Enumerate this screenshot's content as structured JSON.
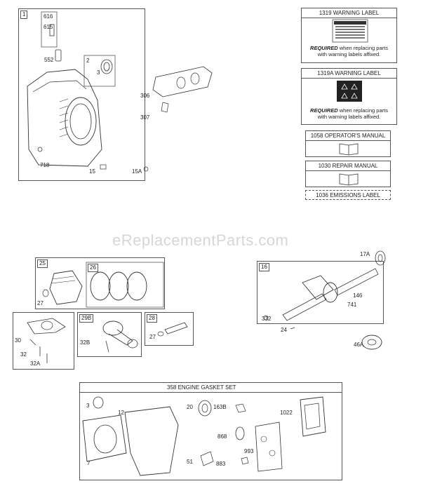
{
  "watermark": "eReplacementParts.com",
  "cylinder": {
    "tag": "1",
    "parts": {
      "p616": "616",
      "p615": "615",
      "p552": "552",
      "p2": "2",
      "p3": "3",
      "p718": "718",
      "p15": "15"
    }
  },
  "outside_top": {
    "p306": "306",
    "p307": "307",
    "p15A": "15A"
  },
  "labels": {
    "warning1": {
      "title": "1319 WARNING LABEL",
      "req_bold": "REQUIRED",
      "req_rest": "when replacing parts",
      "req_line2": "with warning labels affixed."
    },
    "warning2": {
      "title": "1319A WARNING LABEL",
      "req_bold": "REQUIRED",
      "req_rest": "when replacing parts",
      "req_line2": "with warning labels affixed."
    },
    "operators_manual": "1058 OPERATOR'S MANUAL",
    "repair_manual": "1030 REPAIR MANUAL",
    "emissions_label": "1036 EMISSIONS LABEL"
  },
  "piston": {
    "tag": "25",
    "rings_tag": "26",
    "p27": "27"
  },
  "crank": {
    "tag": "16",
    "p146": "146",
    "p741": "741",
    "p332": "332",
    "p24": "24",
    "p17A": "17A",
    "p46A": "46A"
  },
  "rod": {
    "p30": "30",
    "p32": "32",
    "p32A": "32A",
    "tag29B": "29B",
    "p32B": "32B",
    "tag28": "28",
    "p27": "27"
  },
  "gasket": {
    "title": "358 ENGINE GASKET SET",
    "p3": "3",
    "p12": "12",
    "p7": "7",
    "p20": "20",
    "p163B": "163B",
    "p868": "868",
    "p993": "993",
    "p51": "51",
    "p883": "883",
    "p1022": "1022"
  }
}
